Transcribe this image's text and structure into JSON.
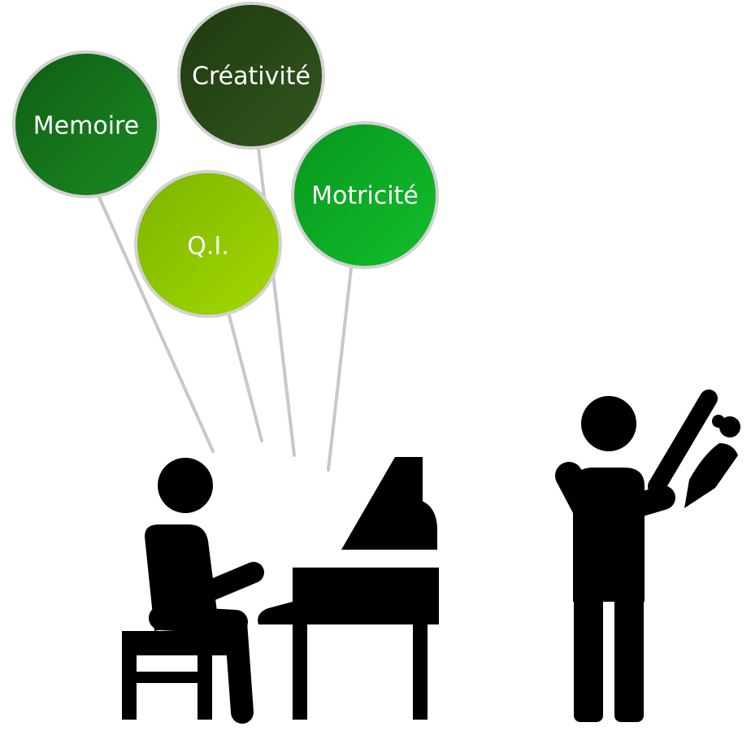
{
  "balloons": [
    {
      "id": "memoire",
      "label": "Memoire",
      "color_top": "#0f5e14",
      "color_bottom": "#1b8a22"
    },
    {
      "id": "creativite",
      "label": "Créativité",
      "color_top": "#1e3a10",
      "color_bottom": "#33561e"
    },
    {
      "id": "qi",
      "label": "Q.I.",
      "color_top": "#7ab400",
      "color_bottom": "#a4d900"
    },
    {
      "id": "motricite",
      "label": "Motricité",
      "color_top": "#07961d",
      "color_bottom": "#12bf2c"
    }
  ],
  "colors": {
    "outline": "#d2d2d2",
    "string": "#c8c8c8",
    "silhouette": "#000000",
    "background": "#ffffff"
  },
  "icons": {
    "left": "pianist-at-grand-piano-icon",
    "right": "violinist-icon"
  }
}
